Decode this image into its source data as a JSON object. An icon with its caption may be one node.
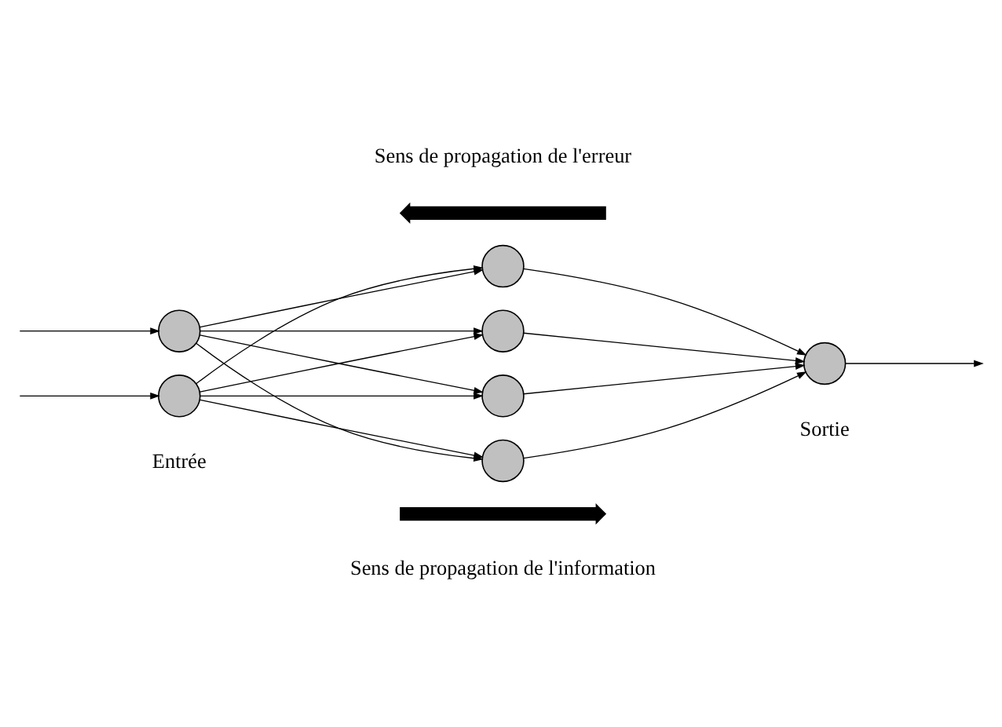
{
  "diagram": {
    "nodes": [
      {
        "text": [],
        "shape": "circle"
      },
      {
        "text": [],
        "shape": "circle"
      },
      {
        "text": [],
        "shape": "circle"
      },
      {
        "text": [],
        "shape": "circle"
      },
      {
        "text": [],
        "shape": "circle"
      },
      {
        "text": [],
        "shape": "circle"
      },
      {
        "text": [],
        "shape": "circle"
      }
    ],
    "edges": [
      {
        "from": null,
        "to": 0,
        "arrow": "to"
      },
      {
        "from": null,
        "to": 1,
        "arrow": "to"
      },
      {
        "from": 0,
        "to": 2,
        "arrow": "to"
      },
      {
        "from": 0,
        "to": 3,
        "arrow": "to"
      },
      {
        "from": 0,
        "to": 4,
        "arrow": "to"
      },
      {
        "from": 0,
        "to": 5,
        "arrow": "to"
      },
      {
        "from": 1,
        "to": 2,
        "arrow": "to"
      },
      {
        "from": 1,
        "to": 3,
        "arrow": "to"
      },
      {
        "from": 1,
        "to": 4,
        "arrow": "to"
      },
      {
        "from": 1,
        "to": 5,
        "arrow": "to"
      },
      {
        "from": 2,
        "to": 6,
        "arrow": "to"
      },
      {
        "from": 3,
        "to": 6,
        "arrow": "to"
      },
      {
        "from": 4,
        "to": 6,
        "arrow": "to"
      },
      {
        "from": 5,
        "to": 6,
        "arrow": "to"
      },
      {
        "from": 6,
        "to": null,
        "arrow": "to"
      }
    ],
    "labels": [
      "Sens de propagation de l'erreur",
      "Entrée",
      "Sortie",
      "Sens de propagation de l'information"
    ]
  }
}
